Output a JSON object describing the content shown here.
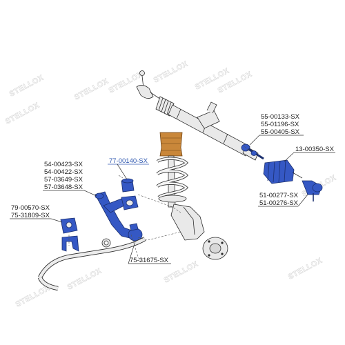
{
  "colors": {
    "highlight_part": "#3558c4",
    "damper": "#c9873a",
    "link_label": "#2f58b0",
    "watermark": "#d6d6d6"
  },
  "watermark": {
    "text": "STELLOX"
  },
  "parts": {
    "tie_rod_end_inner": [
      "55-00133-SX",
      "55-01196-SX",
      "55-00405-SX"
    ],
    "steering_boot": "13-00350-SX",
    "tie_rod_end_outer": [
      "51-00277-SX",
      "51-00276-SX"
    ],
    "control_arm": [
      "54-00423-SX",
      "54-00422-SX",
      "57-03649-SX",
      "57-03648-SX"
    ],
    "arm_bushing": "77-00140-SX",
    "stabilizer_bushing": [
      "79-00570-SX",
      "75-31809-SX"
    ],
    "ball_joint": "75-31675-SX"
  }
}
